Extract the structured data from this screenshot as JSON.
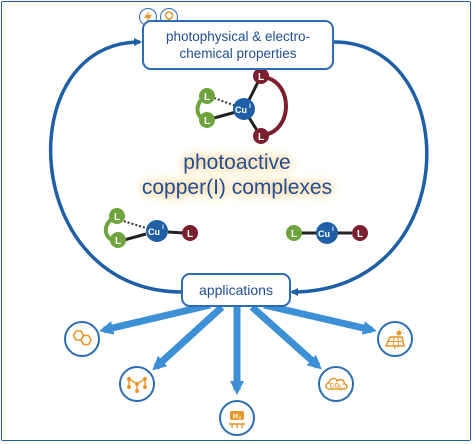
{
  "properties_box": {
    "line1": "photophysical & electro-",
    "line2": "chemical properties"
  },
  "central_label": {
    "line1": "photoactive",
    "line2": "copper(I) complexes"
  },
  "applications_box": {
    "label": "applications"
  },
  "ligand_letter": "L",
  "metal_label": "Cu",
  "metal_superscript": "I",
  "h2_label": "H",
  "h2_subscript": "2",
  "co2_label": "CO",
  "co2_subscript": "2",
  "colors": {
    "primary_blue": "#1f5fa6",
    "light_blue": "#3d8fd6",
    "ligand_green": "#6fa33d",
    "ligand_red": "#7b1f2e",
    "orange": "#e8962a",
    "glow": "#f8c178"
  },
  "badge_icons": [
    "lightning-icon",
    "lightbulb-icon"
  ],
  "application_icons": [
    "aromatic-molecule-icon",
    "molecular-network-icon",
    "hydrogen-icon",
    "co2-icon",
    "solar-panel-icon"
  ]
}
